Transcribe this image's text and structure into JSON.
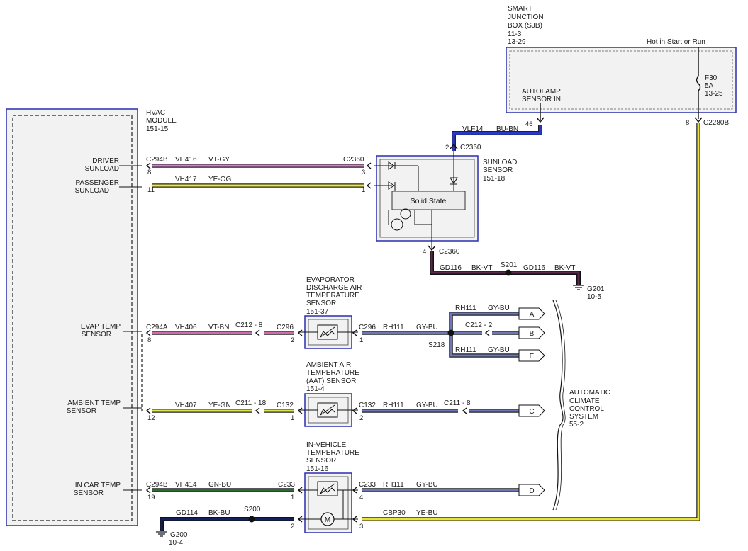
{
  "colors": {
    "vt_gy": "#d87fd3",
    "ye_og": "#f2ea3a",
    "vt_bn": "#d36ab0",
    "ye_gn": "#dfe84a",
    "gn_bu": "#2b6a32",
    "gy_bu": "#6e78b8",
    "ye_bu": "#e9e041",
    "bu_bn": "#2838c8",
    "bk_vt": "#5a2a4a",
    "bk_bu": "#14205a",
    "module_border": "#2a2fae"
  },
  "sjb": {
    "title_lines": [
      "SMART",
      "JUNCTION",
      "BOX (SJB)",
      "11-3",
      "13-29"
    ],
    "hot_label": "Hot in Start or Run",
    "fuse_lines": [
      "F30",
      "5A",
      "13-25"
    ],
    "autolamp_lines": [
      "AUTOLAMP",
      "SENSOR IN"
    ],
    "pin_46": "46",
    "pin_8": "8",
    "conn_c2280b": "C2280B"
  },
  "hvac": {
    "title_lines": [
      "HVAC",
      "MODULE",
      "151-15"
    ],
    "driver_lines": [
      "DRIVER",
      "SUNLOAD"
    ],
    "passenger_lines": [
      "PASSENGER",
      "SUNLOAD"
    ],
    "evap_lines": [
      "EVAP TEMP",
      "SENSOR"
    ],
    "ambient_lines": [
      "AMBIENT TEMP",
      "SENSOR"
    ],
    "incar_lines": [
      "IN CAR TEMP",
      "SENSOR"
    ]
  },
  "sunload": {
    "title_lines": [
      "SUNLOAD",
      "SENSOR",
      "151-18"
    ],
    "solid_state": "Solid State",
    "conn_top": "C2360",
    "pin_top": "2",
    "conn_bottom": "C2360",
    "pin_bottom": "4",
    "vlf14": "VLF14",
    "bu_bn": "BU-BN"
  },
  "driver_wire": {
    "c294b": "C294B",
    "pin8": "8",
    "circuit": "VH416",
    "color": "VT-GY",
    "c2360": "C2360",
    "pin3": "3"
  },
  "passenger_wire": {
    "pin11": "11",
    "circuit": "VH417",
    "color": "YE-OG",
    "pin1": "1"
  },
  "ground_201": {
    "gd116_a": "GD116",
    "bkvt_a": "BK-VT",
    "s201": "S201",
    "gd116_b": "GD116",
    "bkvt_b": "BK-VT",
    "g201": "G201",
    "g201_ref": "10-5"
  },
  "evap": {
    "title_lines": [
      "EVAPORATOR",
      "DISCHARGE AIR",
      "TEMPERATURE",
      "SENSOR",
      "151-37"
    ],
    "c294a": "C294A",
    "pin8": "8",
    "circuit": "VH406",
    "color": "VT-BN",
    "c212_8": "C212 - 8",
    "c296_l": "C296",
    "pin2": "2",
    "c296_r": "C296",
    "pin1": "1",
    "rh111": "RH111",
    "gybu": "GY-BU",
    "s218": "S218",
    "top_rh111": "RH111",
    "top_gybu": "GY-BU",
    "tag_a": "A",
    "c212_2": "C212 - 2",
    "tag_b": "B",
    "bot_rh111": "RH111",
    "bot_gybu": "GY-BU",
    "tag_e": "E"
  },
  "ambient": {
    "title_lines": [
      "AMBIENT AIR",
      "TEMPERATURE",
      "(AAT) SENSOR",
      "151-4"
    ],
    "pin12": "12",
    "circuit": "VH407",
    "color": "YE-GN",
    "c211_18": "C211 - 18",
    "c132_l": "C132",
    "pin1": "1",
    "c132_r": "C132",
    "pin2": "2",
    "rh111": "RH111",
    "gybu": "GY-BU",
    "c211_8": "C211 - 8",
    "tag_c": "C"
  },
  "incar": {
    "title_lines": [
      "IN-VEHICLE",
      "TEMPERATURE",
      "SENSOR",
      "151-16"
    ],
    "c294b": "C294B",
    "pin19": "19",
    "circuit": "VH414",
    "color": "GN-BU",
    "c233_l": "C233",
    "pin1": "1",
    "c233_r": "C233",
    "pin4": "4",
    "rh111": "RH111",
    "gybu": "GY-BU",
    "tag_d": "D",
    "gd114": "GD114",
    "bkbu": "BK-BU",
    "s200": "S200",
    "pin2": "2",
    "pin3": "3",
    "cbp30": "CBP30",
    "yebu": "YE-BU",
    "g200": "G200",
    "g200_ref": "10-4",
    "motor": "M"
  },
  "acc": {
    "lines": [
      "AUTOMATIC",
      "CLIMATE",
      "CONTROL",
      "SYSTEM",
      "55-2"
    ]
  }
}
